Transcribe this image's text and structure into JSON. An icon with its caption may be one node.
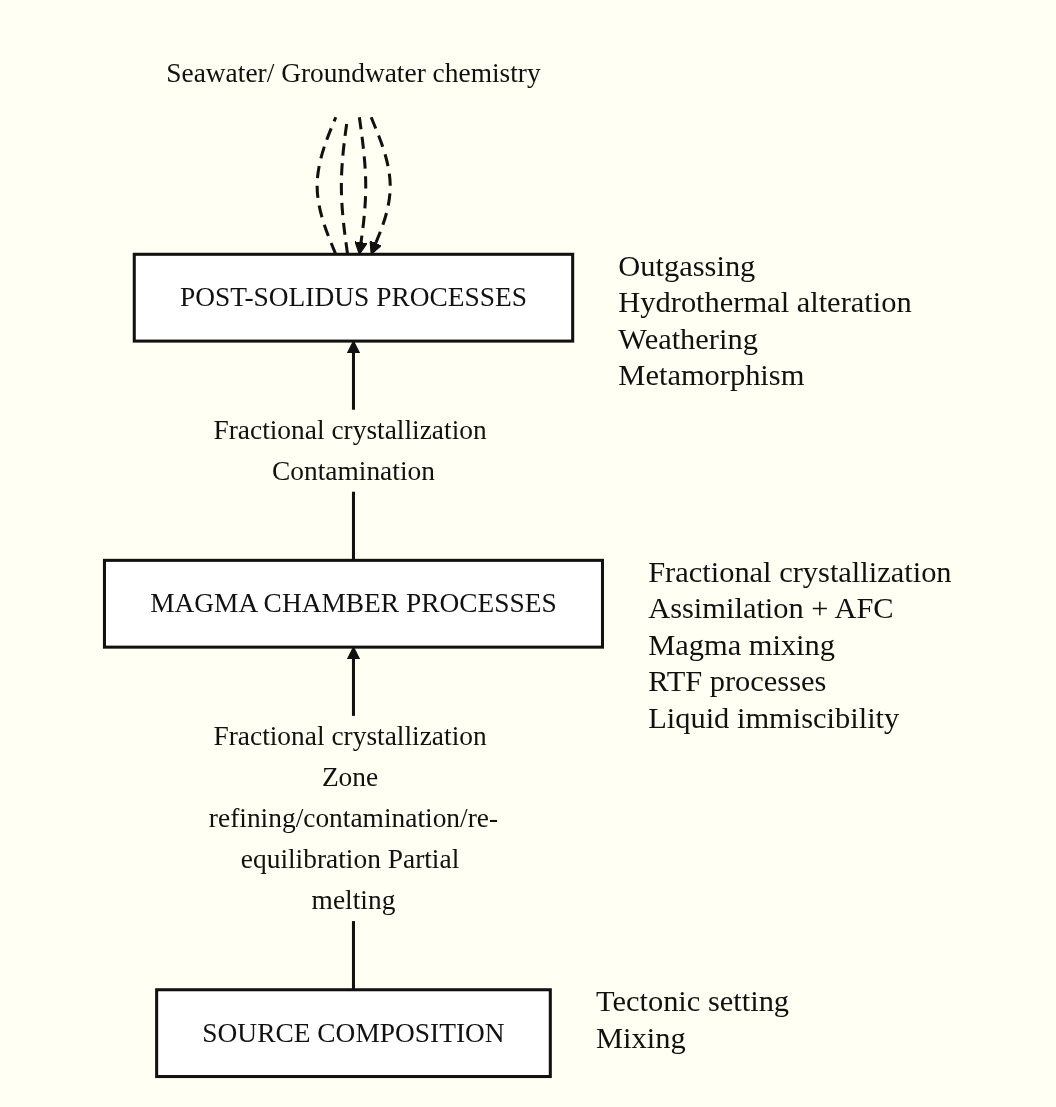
{
  "diagram": {
    "nodes": [
      {
        "text": [
          "POST-SOLIDUS PROCESSES"
        ],
        "beside": [
          "Outgassing",
          "Hydrothermal alteration",
          "Weathering",
          "Metamorphism"
        ]
      },
      {
        "text": [
          "Seawater/ Groundwater chemistry"
        ]
      },
      {
        "text": [
          "MAGMA CHAMBER PROCESSES"
        ],
        "beside": [
          "Fractional crystallization",
          "Assimilation + AFC",
          "Magma mixing",
          "RTF processes",
          "Liquid immiscibility"
        ]
      },
      {
        "text": [
          "SOURCE COMPOSITION"
        ],
        "beside": [
          "Tectonic setting",
          "Mixing"
        ]
      }
    ],
    "edges": [
      {
        "from": 0,
        "to": 1,
        "arrow": "none",
        "style": "dashed"
      },
      {
        "from": 0,
        "to": 1,
        "arrow": "none",
        "style": "dashed"
      },
      {
        "from": 1,
        "to": 0,
        "arrow": "to",
        "style": "dashed"
      },
      {
        "from": 1,
        "to": 0,
        "arrow": "to",
        "style": "dashed"
      },
      {
        "from": 2,
        "to": 0,
        "arrow": "to",
        "label": "Fractional crystallization Contamination"
      },
      {
        "from": 3,
        "to": 2,
        "arrow": "to",
        "label": "Fractional crystallization Zone refining/contamination/re-equilibration Partial melting"
      }
    ]
  }
}
